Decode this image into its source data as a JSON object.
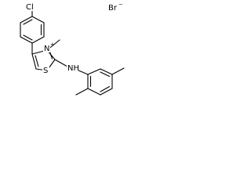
{
  "molecule": {
    "labels": {
      "chlorine": "Cl",
      "counter_ion": "Br",
      "counter_ion_charge": "−",
      "thiazolium_nitrogen": "N",
      "nitrogen_charge": "+",
      "sulfur": "S",
      "amine": "NH"
    },
    "colors": {
      "ink": "#000000",
      "background": "#ffffff"
    }
  }
}
